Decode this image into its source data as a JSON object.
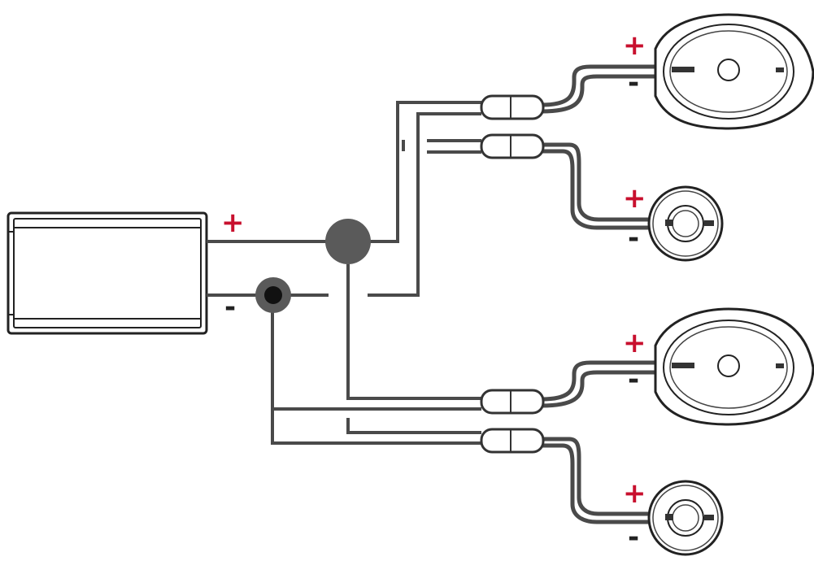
{
  "colors": {
    "positive": "#c8102e",
    "wire": "#4a4a4a",
    "outline": "#222222",
    "junction_positive": "#5a5a5a",
    "junction_negative": "#111111"
  },
  "amplifier": {
    "positive_label": "+",
    "negative_label": "-"
  },
  "speakers": [
    {
      "kind": "oval",
      "positive_label": "+",
      "negative_label": "-"
    },
    {
      "kind": "tweeter",
      "positive_label": "+",
      "negative_label": "-"
    },
    {
      "kind": "oval",
      "positive_label": "+",
      "negative_label": "-"
    },
    {
      "kind": "tweeter",
      "positive_label": "+",
      "negative_label": "-"
    }
  ]
}
